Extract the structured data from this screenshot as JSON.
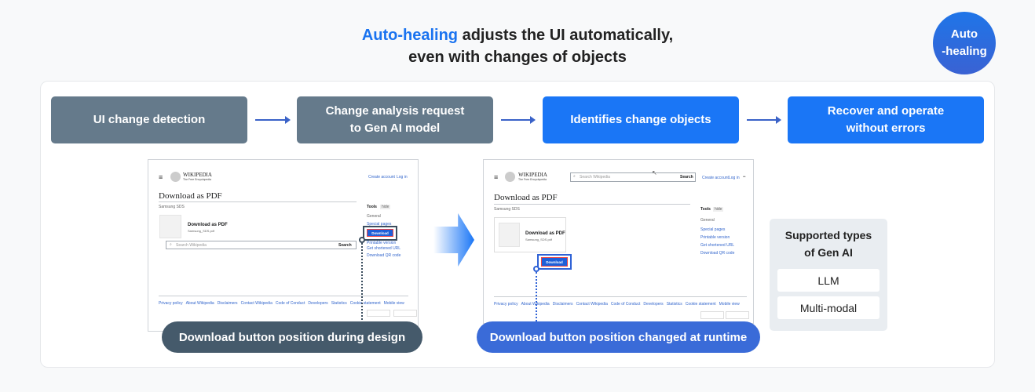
{
  "header": {
    "title_highlight": "Auto-healing",
    "title_rest": " adjusts the UI automatically,",
    "title_line2": "even with changes of objects"
  },
  "badge": {
    "line1": "Auto",
    "line2": "-healing"
  },
  "steps": [
    {
      "label": "UI change detection"
    },
    {
      "label": "Change analysis request to Gen AI model"
    },
    {
      "label": "Identifies change objects"
    },
    {
      "label": "Recover and operate without errors"
    }
  ],
  "wiki": {
    "logo_title": "WIKIPEDIA",
    "logo_subtitle": "The Free Encyclopedia",
    "create_account": "Create account",
    "log_in": "Log in",
    "page_title": "Download as PDF",
    "subtitle": "Samsung SDS",
    "file_title": "Download as PDF",
    "file_name": "Samsung_SDS.pdf",
    "search_placeholder": "Search Wikipedia",
    "search_button": "Search",
    "tools": "Tools",
    "hide": "hide",
    "tool_items": [
      "General",
      "Special pages",
      "Printable version",
      "Get shortened URL",
      "Download QR code"
    ],
    "download_button": "Download",
    "footer_links": [
      "Privacy policy",
      "About Wikipedia",
      "Disclaimers",
      "Contact Wikipedia",
      "Code of Conduct",
      "Developers",
      "Statistics",
      "Cookie statement",
      "Mobile view"
    ]
  },
  "captions": {
    "design": "Download button position during design",
    "runtime": "Download button position changed at runtime"
  },
  "gen_ai": {
    "title_line1": "Supported types",
    "title_line2": "of Gen AI",
    "types": [
      "LLM",
      "Multi-modal"
    ]
  },
  "colors": {
    "accent": "#1a76f6",
    "gray_step": "#657a8b",
    "design_caption": "#455a6b",
    "runtime_caption": "#3a6bd8"
  }
}
